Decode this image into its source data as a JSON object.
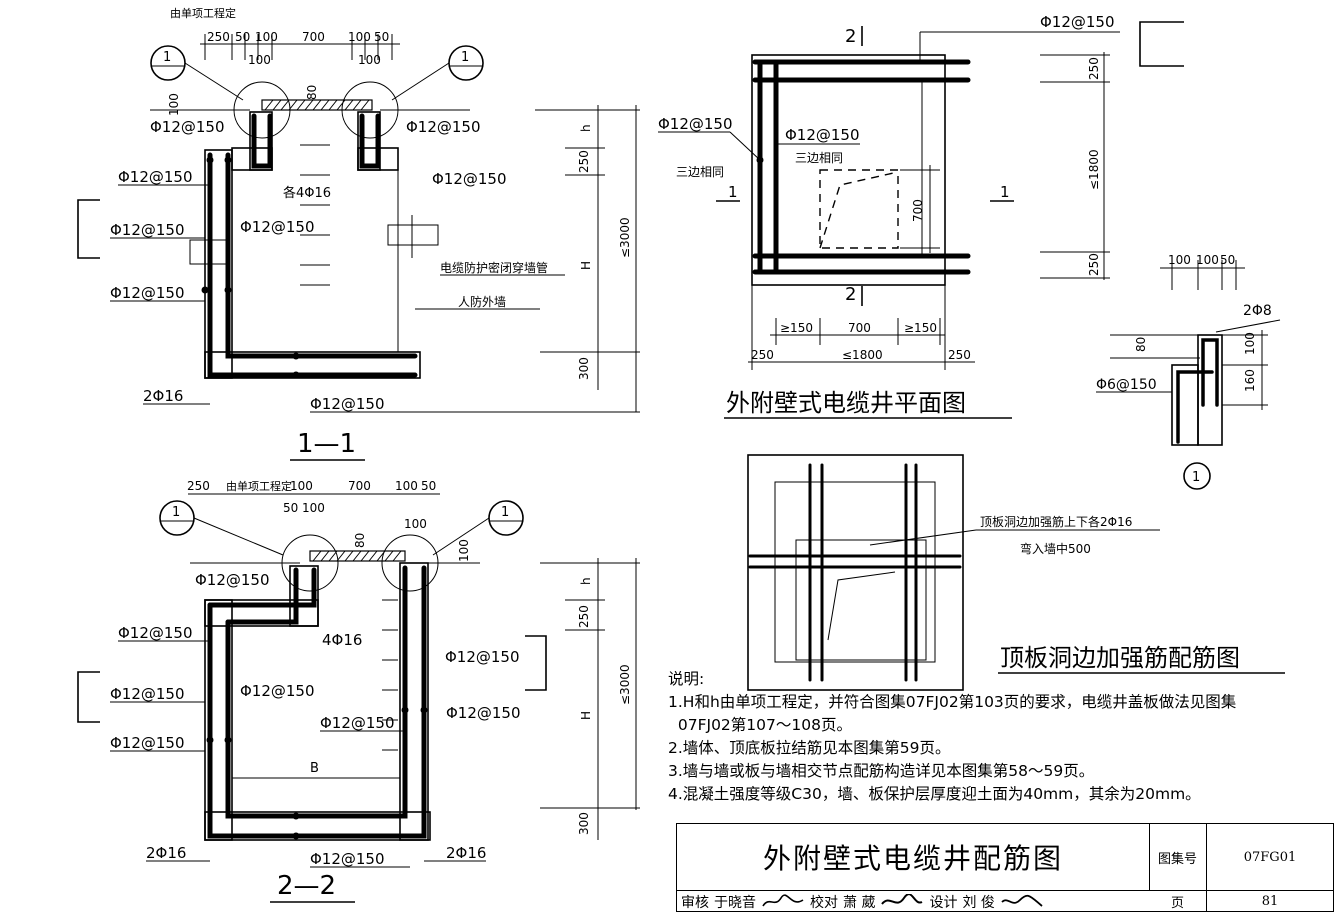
{
  "section_1_1": {
    "title": "1—1",
    "top_note": "由单项工程定",
    "dims_top": [
      "250",
      "50",
      "100",
      "700",
      "100",
      "50",
      "100",
      "100"
    ],
    "dim_80": "80",
    "dim_100": "100",
    "rebar_labels": [
      "Φ12@150",
      "Φ12@150",
      "Φ12@150",
      "Φ12@150",
      "Φ12@150",
      "Φ12@150",
      "Φ12@150",
      "Φ12@150"
    ],
    "each_4phi16": "各4Φ16",
    "cable_pipe": "电缆防护密闭穿墙管",
    "outer_wall": "人防外墙",
    "bottom_2phi16": "2Φ16",
    "dims_right": [
      "h",
      "250",
      "H",
      "300",
      "≤3000"
    ],
    "circle_marks": [
      "1",
      "1"
    ]
  },
  "section_2_2": {
    "title": "2—2",
    "top_note": "由单项工程定",
    "dims_top": [
      "250",
      "100",
      "50",
      "100",
      "700",
      "100",
      "50",
      "100"
    ],
    "dim_80": "80",
    "dim_100": "100",
    "rebar_labels": [
      "Φ12@150",
      "Φ12@150",
      "Φ12@150",
      "Φ12@150",
      "Φ12@150",
      "Φ12@150",
      "Φ12@150",
      "Φ12@150"
    ],
    "four_phi16": "4Φ16",
    "b_label": "B",
    "bottom_left": "2Φ16",
    "bottom_right": "2Φ16",
    "dims_right": [
      "h",
      "250",
      "H",
      "300",
      "≤3000"
    ],
    "circle_marks": [
      "1",
      "1"
    ]
  },
  "plan": {
    "title": "外附壁式电缆井平面图",
    "top_rebar": "Φ12@150",
    "left_rebar": "Φ12@150",
    "inner_rebar": "Φ12@150",
    "three_sides_left": "三边相同",
    "three_sides_inner": "三边相同",
    "section_marks": [
      "2",
      "2",
      "1",
      "1"
    ],
    "dim_700": "700",
    "dims_right": [
      "250",
      "≤1800",
      "250"
    ],
    "dims_bottom_inner": [
      "≥150",
      "700",
      "≥150"
    ],
    "dims_bottom_outer": [
      "250",
      "≤1800",
      "250"
    ]
  },
  "detail_1": {
    "dims_top": [
      "100",
      "100",
      "50"
    ],
    "two_phi8": "2Φ8",
    "dim_80": "80",
    "dim_100": "100",
    "dim_160": "160",
    "phi6": "Φ6@150",
    "mark": "1"
  },
  "slab": {
    "title": "顶板洞边加强筋配筋图",
    "note_line1": "顶板洞边加强筋上下各2Φ16",
    "note_line2": "弯入墙中500"
  },
  "notes": {
    "heading": "说明:",
    "items": [
      "1.H和h由单项工程定，并符合图集07FJ02第103页的要求，电缆井盖板做法见图集",
      "  07FJ02第107～108页。",
      "2.墙体、顶底板拉结筋见本图集第59页。",
      "3.墙与墙或板与墙相交节点配筋构造详见本图集第58～59页。",
      "4.混凝土强度等级C30，墙、板保护层厚度迎土面为40mm，其余为20mm。"
    ]
  },
  "title_block": {
    "title": "外附壁式电缆井配筋图",
    "atlas_label": "图集号",
    "atlas_no": "07FG01",
    "page_label": "页",
    "page_no": "81",
    "review_label": "审核",
    "reviewer": "于晓音",
    "check_label": "校对",
    "checker": "萧 葳",
    "design_label": "设计",
    "designer": "刘 俊"
  }
}
